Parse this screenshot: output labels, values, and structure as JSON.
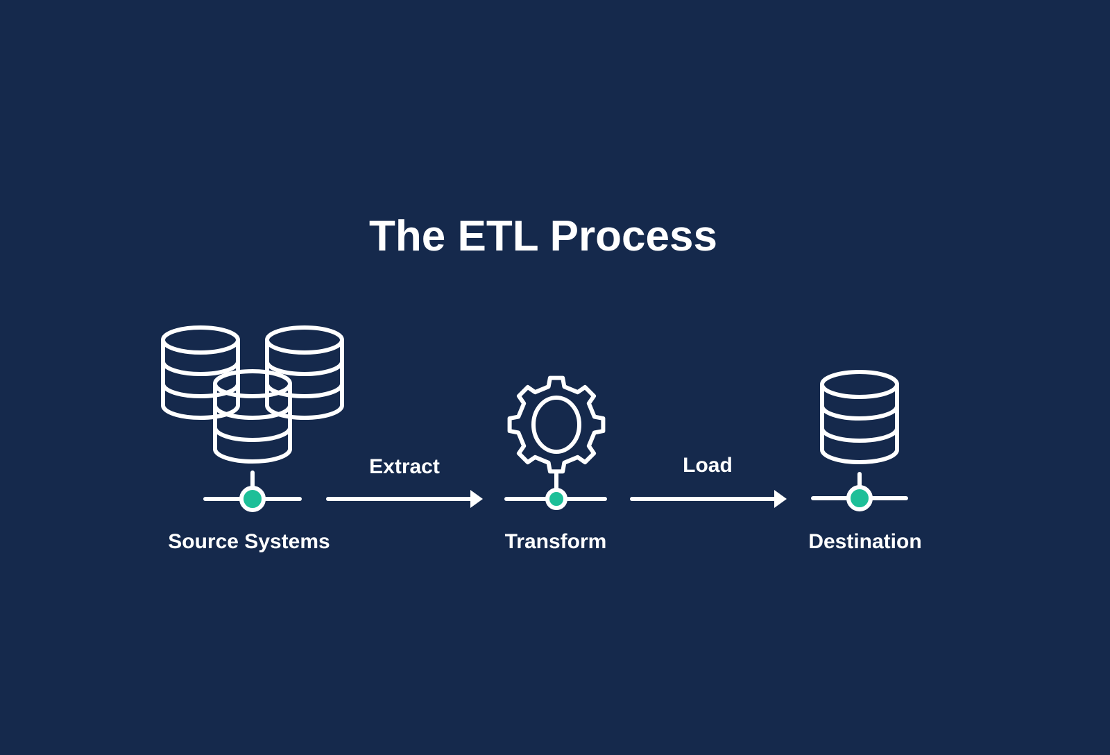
{
  "title": "The ETL Process",
  "stages": [
    {
      "label": "Source Systems",
      "icon": "database-stack-icon"
    },
    {
      "label": "Transform",
      "icon": "gear-icon"
    },
    {
      "label": "Destination",
      "icon": "database-icon"
    }
  ],
  "edges": [
    {
      "label": "Extract",
      "from": "Source Systems",
      "to": "Transform"
    },
    {
      "label": "Load",
      "from": "Transform",
      "to": "Destination"
    }
  ],
  "colors": {
    "background": "#15294c",
    "foreground": "#ffffff",
    "accent": "#1dbf98"
  }
}
